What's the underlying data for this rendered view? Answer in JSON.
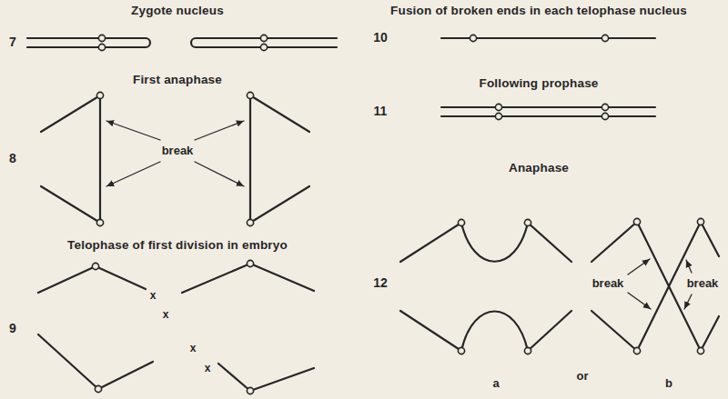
{
  "diagram": {
    "labels": [
      "Zygote nucleus",
      "7",
      "First anaphase",
      "8",
      "break",
      "Telophase of first division in embryo",
      "9",
      "x",
      "x",
      "x",
      "x",
      "Fusion of broken ends in each telophase nucleus",
      "10",
      "Following prophase",
      "11",
      "Anaphase",
      "12",
      "break",
      "break",
      "a",
      "or",
      "b"
    ]
  }
}
